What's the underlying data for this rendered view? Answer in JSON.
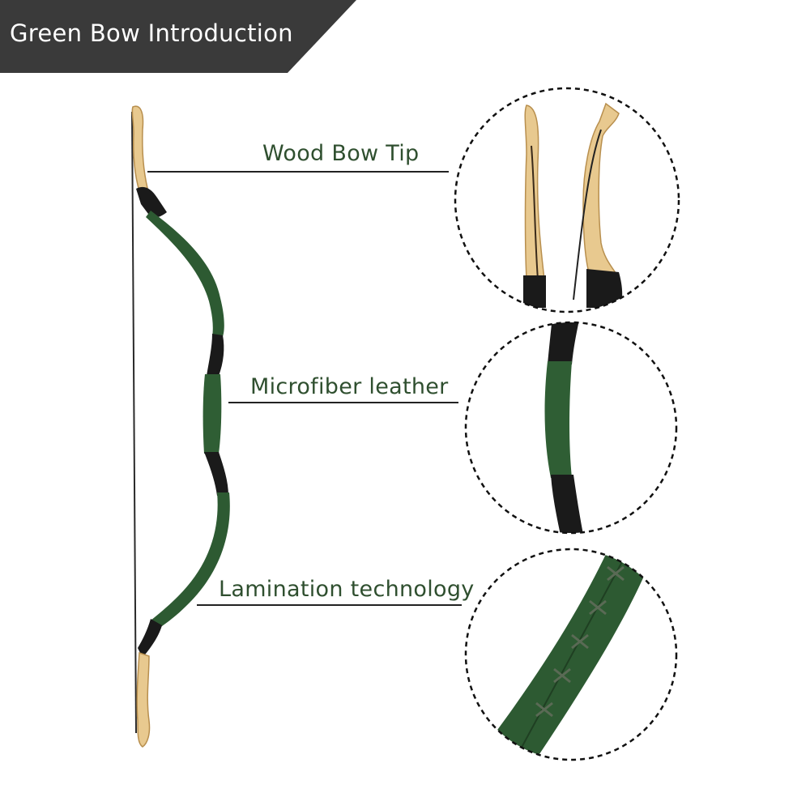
{
  "header": {
    "title": "Green Bow Introduction"
  },
  "callouts": [
    {
      "label": "Wood Bow Tip",
      "icon": "wood-bow-tip-closeup"
    },
    {
      "label": "Microfiber leather",
      "icon": "microfiber-leather-grip-closeup"
    },
    {
      "label": "Lamination technology",
      "icon": "laminated-limb-stitching-closeup"
    }
  ],
  "colors": {
    "banner": "#3a3a3a",
    "label_text": "#2f4f2f",
    "bow_green": "#2d5a32",
    "leather_black": "#1a1a1a",
    "wood": "#e8c98f"
  }
}
